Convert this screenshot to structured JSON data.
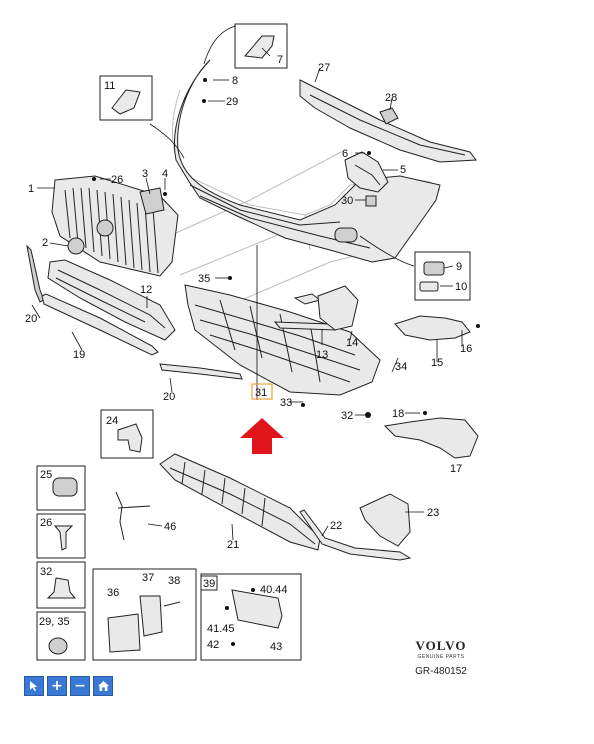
{
  "diagram": {
    "callouts": {
      "c1": "1",
      "c2": "2",
      "c3": "3",
      "c4": "4",
      "c5": "5",
      "c6": "6",
      "c7": "7",
      "c8": "8",
      "c9": "9",
      "c10": "10",
      "c11": "11",
      "c12": "12",
      "c13": "13",
      "c14": "14",
      "c15": "15",
      "c16": "16",
      "c17": "17",
      "c18": "18",
      "c19": "19",
      "c20a": "20",
      "c20b": "20",
      "c21": "21",
      "c22": "22",
      "c23": "23",
      "c24": "24",
      "c25": "25",
      "c26a": "26",
      "c26b": "26",
      "c27": "27",
      "c28": "28",
      "c29": "29",
      "c30": "30",
      "c31": "31",
      "c32a": "32",
      "c32b": "32",
      "c33": "33",
      "c34": "34",
      "c35": "35",
      "c36": "36",
      "c37": "37",
      "c38": "38",
      "c39": "39",
      "c2935": "29, 35",
      "c4044": "40.44",
      "c4145": "41.45",
      "c42": "42",
      "c43": "43",
      "c46": "46"
    },
    "highlight_color": "#e8a33a",
    "arrow_color": "#e0141b"
  },
  "branding": {
    "logo": "VOLVO",
    "tagline": "GENUINE PARTS",
    "reference": "GR-480152"
  },
  "toolbar": {
    "buttons": [
      {
        "icon": "cursor-icon"
      },
      {
        "icon": "zoom-in-icon",
        "label": "+"
      },
      {
        "icon": "zoom-out-icon",
        "label": "−"
      },
      {
        "icon": "home-icon"
      }
    ],
    "color": "#3a78d6"
  }
}
